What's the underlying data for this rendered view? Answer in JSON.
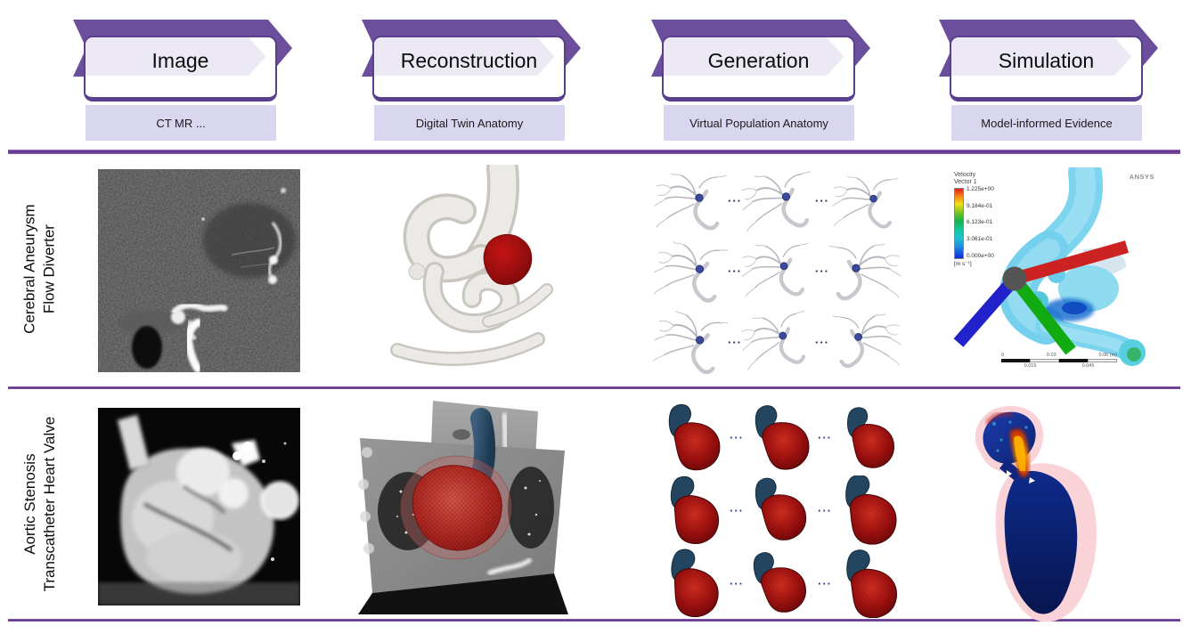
{
  "pipeline": {
    "stages": [
      {
        "label": "Image",
        "subtitle": "CT MR ..."
      },
      {
        "label": "Reconstruction",
        "subtitle": "Digital Twin Anatomy"
      },
      {
        "label": "Generation",
        "subtitle": "Virtual Population Anatomy"
      },
      {
        "label": "Simulation",
        "subtitle": "Model-informed Evidence"
      }
    ]
  },
  "rows": [
    {
      "label_line1": "Cerebral Aneurysm",
      "label_line2": "Flow Diverter",
      "ellipsis": "···"
    },
    {
      "label_line1": "Aortic Stenosis",
      "label_line2": "Transcatheter Heart Valve",
      "ellipsis": "···"
    }
  ],
  "simulation_legend": {
    "title_line1": "Velocity",
    "title_line2": "Vector 1",
    "values": [
      "1.225e+00",
      "9.184e-01",
      "6.123e-01",
      "3.061e-01",
      "0.000e+00"
    ],
    "units": "[m s⁻¹]",
    "brand": "ANSYS",
    "scale_labels": [
      "0",
      "0.03",
      "0.06 (m)"
    ],
    "scale_sub_labels": [
      "0.015",
      "0.045"
    ]
  },
  "colors": {
    "ribbon_purple": "#6b4f9c",
    "border_purple": "#5a3f8f",
    "subtitle_lavender": "#d9d6f0",
    "separator_purple": "#5c2d87",
    "aneurysm_red": "#a50f0f",
    "heart_mesh_red": "#b02a22",
    "aorta_navy": "#24455f",
    "generated_dot_blue": "#3a4a9f",
    "sim_cyan": "#7dd4ee",
    "sim_pink": "#f9d3d7",
    "sim_navy": "#0c1f70"
  }
}
